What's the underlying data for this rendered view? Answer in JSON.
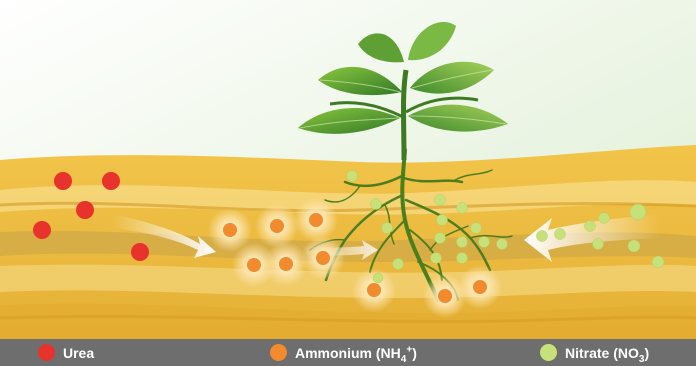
{
  "legend": {
    "urea": {
      "label": "Urea",
      "color": "#e8322c"
    },
    "ammonium": {
      "label": "Ammonium (NH",
      "sub": "4",
      "sup": "+",
      "close": ")",
      "color": "#f28a2e"
    },
    "nitrate": {
      "label": "Nitrate (NO",
      "sub": "3",
      "close": ")",
      "color": "#c8e07a"
    }
  },
  "colors": {
    "sky_top": "#ffffff",
    "sky_bottom": "#e4f0dc",
    "soil_dark": "#d99b20",
    "soil_light": "#f0cf66",
    "leaf_dark": "#3f8a2c",
    "leaf_light": "#8cc63f",
    "root": "#4a7a1c"
  },
  "icons": [
    "plant-icon",
    "arrow-right-icon",
    "arrow-left-icon"
  ]
}
